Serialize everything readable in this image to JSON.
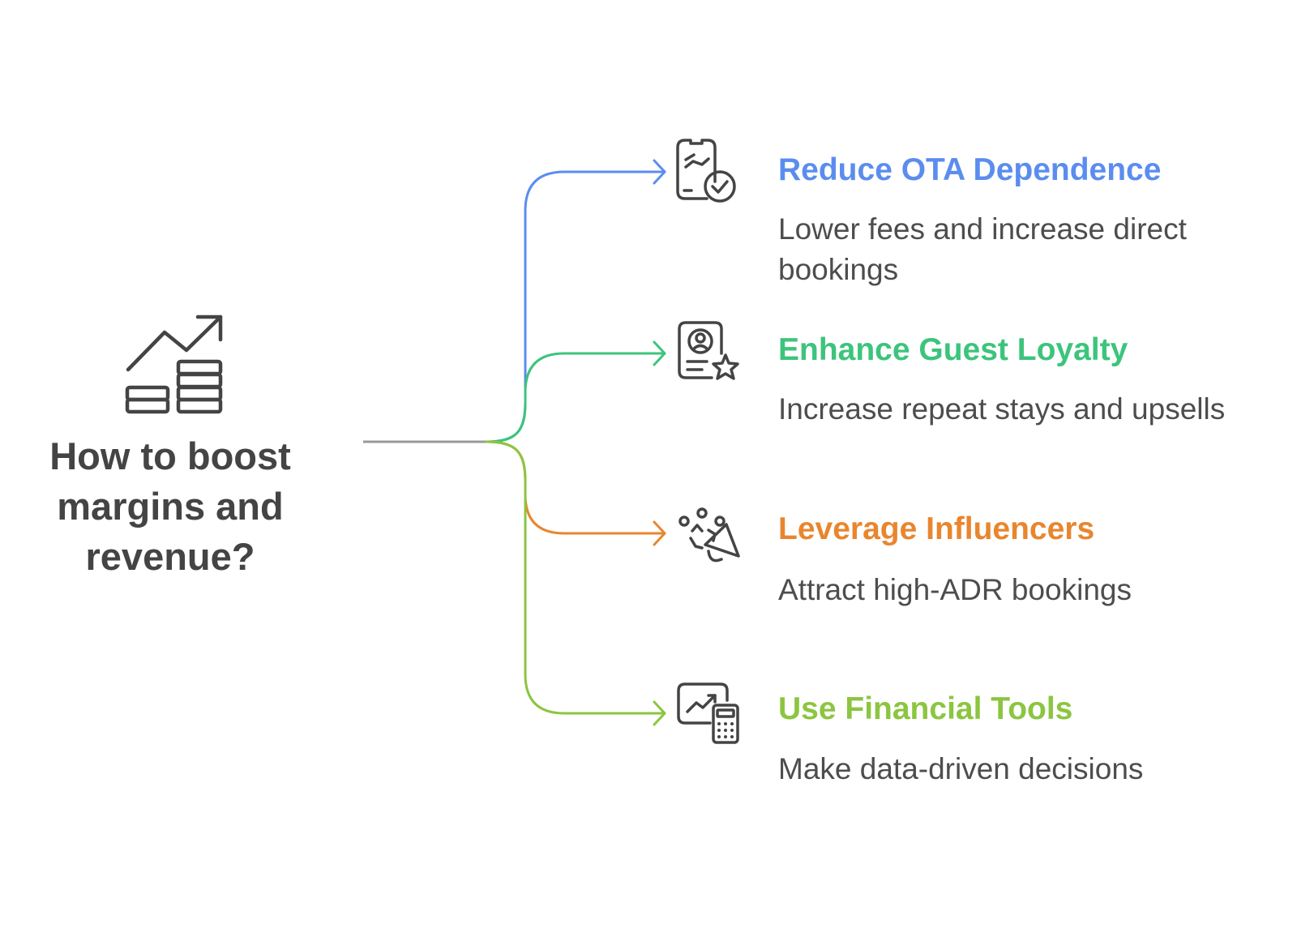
{
  "center": {
    "title": "How to boost margins and revenue?",
    "icon": "growth-chart-coins-icon",
    "color": "#444444"
  },
  "trunk_color": "#999999",
  "branches": [
    {
      "title": "Reduce OTA Dependence",
      "description": "Lower fees and increase direct bookings",
      "color": "#5b8def",
      "icon": "mobile-booking-check-icon"
    },
    {
      "title": "Enhance Guest Loyalty",
      "description": "Increase repeat stays and upsells",
      "color": "#3cc47c",
      "icon": "profile-card-star-icon"
    },
    {
      "title": "Leverage Influencers",
      "description": "Attract high-ADR bookings",
      "color": "#e8862e",
      "icon": "megaphone-influence-icon"
    },
    {
      "title": "Use Financial Tools",
      "description": "Make data-driven decisions",
      "color": "#8cc540",
      "icon": "chart-calculator-icon"
    }
  ]
}
